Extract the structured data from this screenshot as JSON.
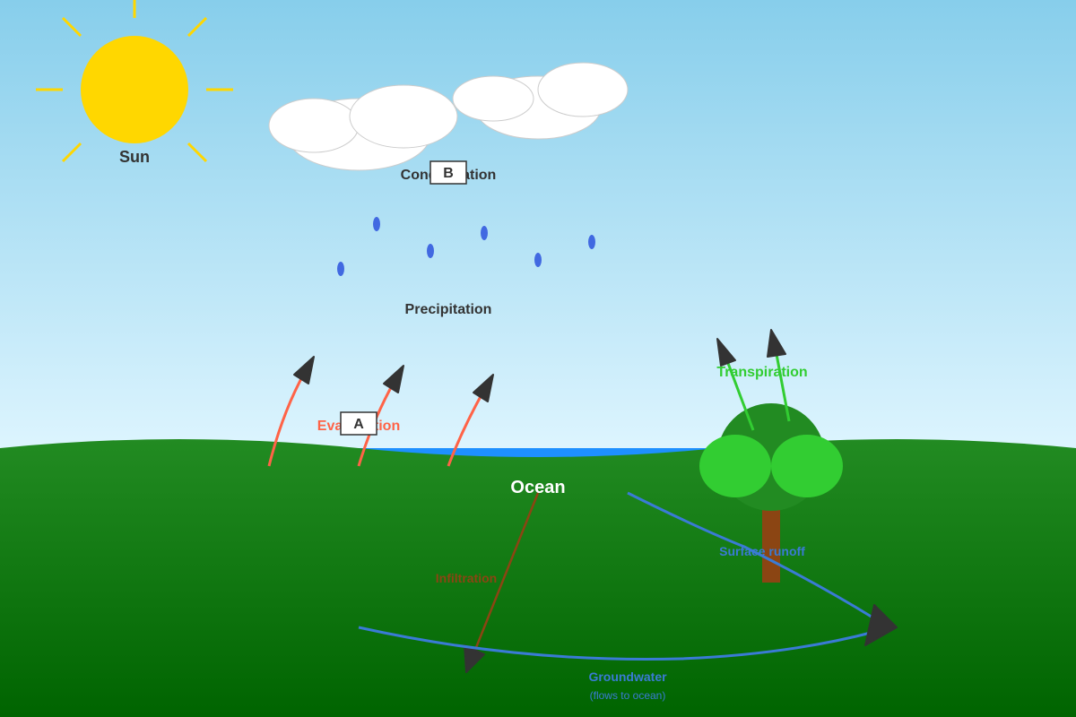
{
  "labels": {
    "sun": "Sun",
    "condensation": "Condensation",
    "precipitation": "Precipitation",
    "evaporation": "Evaporation",
    "transpiration": "Transpiration",
    "ocean": "Ocean",
    "infiltration": "Infiltration",
    "surface_runoff": "Surface runoff",
    "groundwater": "Groundwater",
    "groundwater_note": "(flows to ocean)"
  },
  "markers": {
    "a": "A",
    "b": "B"
  },
  "colors": {
    "sky_top": "#87ceeb",
    "sky_bottom": "#e0f6ff",
    "ground_top": "#228b22",
    "ground_bottom": "#006400",
    "sun": "#ffd700",
    "ocean": "#1e90ff",
    "evaporation": "#ff6347",
    "transpiration": "#32cd32",
    "rain": "#4169e1",
    "runoff": "#3a7bd5",
    "infiltration": "#8b4513",
    "tree_trunk": "#8b4513",
    "tree_leaves_dark": "#228b22",
    "tree_leaves_light": "#32cd32",
    "arrow_head": "#333333"
  }
}
